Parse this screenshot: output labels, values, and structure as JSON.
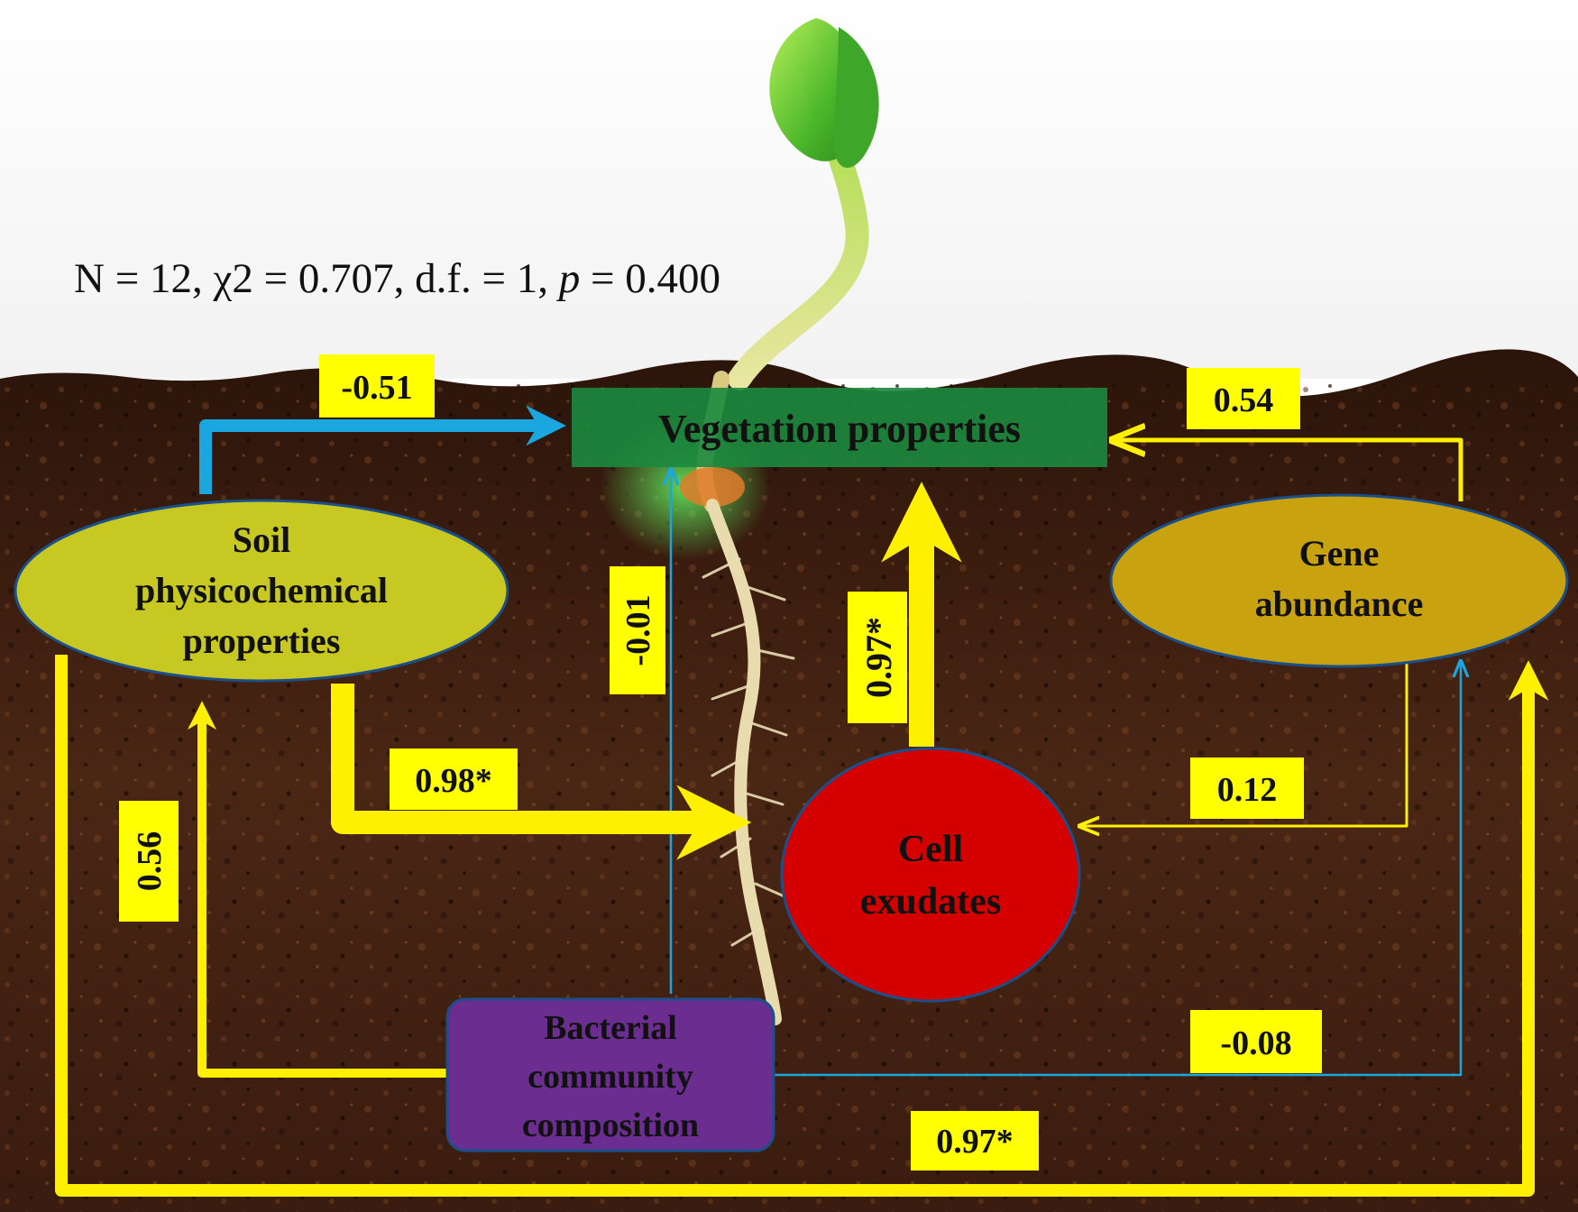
{
  "stats": {
    "n": "N = 12",
    "chi2": "χ2 = 0.707",
    "df": "d.f. = 1",
    "p_symbol": "p",
    "p_value": "= 0.400"
  },
  "nodes": {
    "vegetation": {
      "label": "Vegetation properties",
      "color": "#1b8a3e"
    },
    "soil": {
      "lines": [
        "Soil",
        "physicochemical",
        "properties"
      ],
      "color": "#c8c823"
    },
    "gene": {
      "lines": [
        "Gene",
        "abundance"
      ],
      "color": "#c9a210"
    },
    "cell": {
      "lines": [
        "Cell",
        "exudates"
      ],
      "color": "#d40000"
    },
    "bacterial": {
      "lines": [
        "Bacterial",
        "community",
        "composition"
      ],
      "color": "#6b2d8f"
    }
  },
  "paths": {
    "soil_to_vegetation": "-0.51",
    "gene_to_vegetation": "0.54",
    "bacterial_to_vegetation": "-0.01",
    "cell_to_vegetation": "0.97*",
    "soil_to_cell": "0.98*",
    "gene_to_cell": "0.12",
    "bacterial_to_soil": "0.56",
    "bacterial_to_gene": "-0.08",
    "soil_to_gene": "0.97*"
  },
  "colors": {
    "positive_path": "#ffef00",
    "negative_path": "#1aa7e0",
    "label_box": "#ffff00",
    "soil_ground": "#3a1c10"
  }
}
